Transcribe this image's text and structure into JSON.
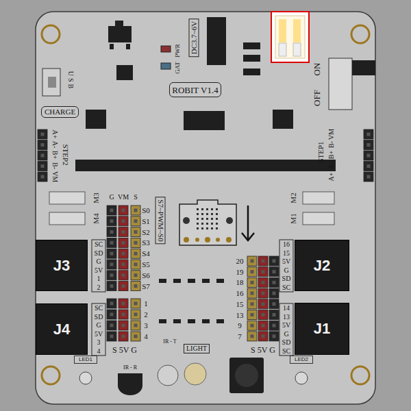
{
  "diagram": {
    "nodes": [
      {
        "text": [
          "ROBIT V1.4"
        ]
      },
      {
        "text": [
          "CHARGE"
        ]
      },
      {
        "text": [
          "J3"
        ]
      },
      {
        "text": [
          "J2"
        ]
      },
      {
        "text": [
          "J4"
        ]
      },
      {
        "text": [
          "J1"
        ]
      },
      {
        "text": [
          "LED1"
        ]
      },
      {
        "text": [
          "LED2"
        ]
      }
    ],
    "labels": [
      "DC3.7~6V",
      "PWR",
      "GAT",
      "USB",
      "ON",
      "OFF",
      "A+",
      "A-",
      "B+",
      "B-",
      "VM",
      "STEP2",
      "STEP1",
      "A+",
      "A-",
      "B+",
      "B-",
      "VM",
      "G",
      "VM",
      "S",
      "M3",
      "M4",
      "M2",
      "M1",
      "S0",
      "S1",
      "S2",
      "S3",
      "S4",
      "S5",
      "S6",
      "S7",
      "S7~PWM~S0",
      "SC",
      "SD",
      "G",
      "5V",
      "1",
      "2",
      "SC",
      "SD",
      "G",
      "5V",
      "3",
      "4",
      "16",
      "15",
      "5V",
      "G",
      "SD",
      "SC",
      "14",
      "13",
      "5V",
      "G",
      "SD",
      "SC",
      "20",
      "19",
      "18",
      "16",
      "15",
      "13",
      "9",
      "7",
      "1",
      "2",
      "3",
      "4",
      "S 5V G",
      "S 5V G",
      "IR - T",
      "LIGHT",
      "IR - R"
    ]
  }
}
